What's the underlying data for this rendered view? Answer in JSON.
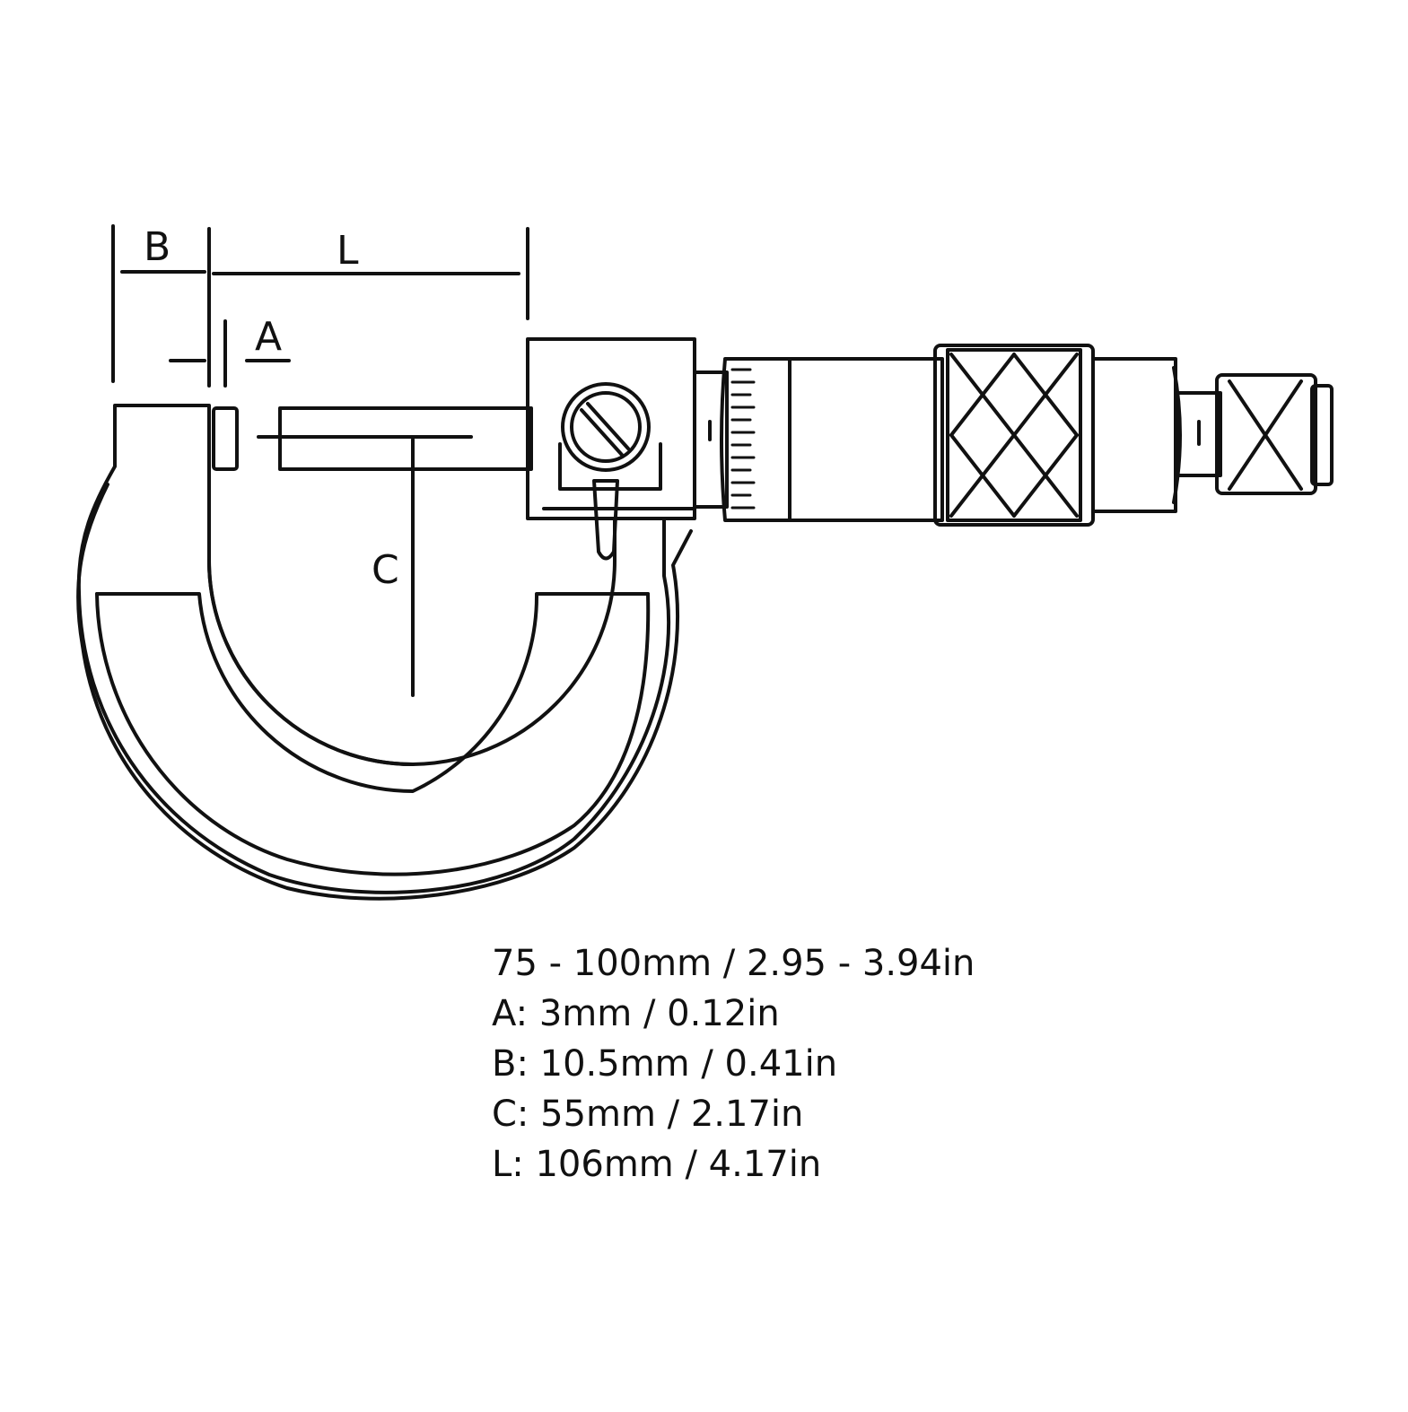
{
  "diagram": {
    "labels": {
      "a": "A",
      "b": "B",
      "c": "C",
      "l": "L"
    },
    "stroke_color": "#111111",
    "background_color": "#ffffff"
  },
  "specs": {
    "range": "75 - 100mm / 2.95 - 3.94in",
    "a": "A: 3mm / 0.12in",
    "b": "B: 10.5mm / 0.41in",
    "c": "C: 55mm / 2.17in",
    "l": "L: 106mm / 4.17in"
  }
}
